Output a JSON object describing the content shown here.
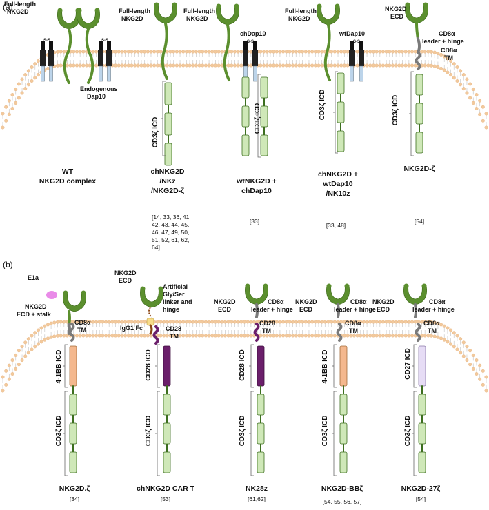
{
  "panels": [
    {
      "label": "(a)",
      "constructs": [
        {
          "name": [
            "WT",
            "NKG2D complex"
          ],
          "refs": [],
          "labels": [
            "Full-length",
            "NKG2D",
            "Endogenous",
            "Dap10"
          ],
          "icd": []
        },
        {
          "name": [
            "chNKG2D",
            "/NKz",
            "/NKG2D-ζ"
          ],
          "refs": [
            "[14, 33, 36, 41,",
            "42, 43, 44, 45,",
            "46, 47, 49, 50,",
            "51, 52, 61, 62,",
            "64]"
          ],
          "labels": [
            "Full-length",
            "NKG2D"
          ],
          "icd": [
            "CD3ζ ICD"
          ]
        },
        {
          "name": [
            "wtNKG2D +",
            "chDap10"
          ],
          "refs": [
            "[33]"
          ],
          "labels": [
            "Full-length",
            "NKG2D",
            "chDap10"
          ],
          "icd": [
            "CD3ζ ICD"
          ]
        },
        {
          "name": [
            "chNKG2D +",
            "wtDap10",
            "/NK10z"
          ],
          "refs": [
            "[33, 48]"
          ],
          "labels": [
            "Full-length",
            "NKG2D",
            "wtDap10"
          ],
          "icd": [
            "CD3ζ ICD"
          ]
        },
        {
          "name": [
            "NKG2D-ζ"
          ],
          "refs": [
            "[54]"
          ],
          "labels": [
            "NKG2D",
            "ECD",
            "CD8α",
            "leader + hinge",
            "CD8α",
            "TM"
          ],
          "icd": [
            "CD3ζ ICD"
          ]
        }
      ]
    },
    {
      "label": "(b)",
      "constructs": [
        {
          "name": [
            "NKG2D.ζ"
          ],
          "refs": [
            "[34]"
          ],
          "labels": [
            "E1a",
            "NKG2D",
            "ECD + stalk",
            "CD8α",
            "TM"
          ],
          "icd": [
            "4-1BB ICD",
            "CD3ζ ICD"
          ]
        },
        {
          "name": [
            "chNKG2D CAR T"
          ],
          "refs": [
            "[53]"
          ],
          "labels": [
            "NKG2D",
            "ECD",
            "Artificial",
            "Gly/Ser",
            "linker and",
            "hinge",
            "IgG1 Fc",
            "CD28",
            "TM"
          ],
          "icd": [
            "CD28 ICD",
            "CD3ζ ICD"
          ]
        },
        {
          "name": [
            "NK28z"
          ],
          "refs": [
            "[61,62]"
          ],
          "labels": [
            "NKG2D",
            "ECD",
            "CD8α",
            "leader + hinge",
            "CD28",
            "TM"
          ],
          "icd": [
            "CD28 ICD",
            "CD3ζ ICD"
          ]
        },
        {
          "name": [
            "NKG2D-BBζ"
          ],
          "refs": [
            "[54, 55, 56, 57]"
          ],
          "labels": [
            "NKG2D",
            "ECD",
            "CD8α",
            "leader + hinge",
            "CD8α",
            "TM"
          ],
          "icd": [
            "4-1BB ICD",
            "CD3ζ ICD"
          ]
        },
        {
          "name": [
            "NKG2D-27ζ"
          ],
          "refs": [
            "[54]"
          ],
          "labels": [
            "NKG2D",
            "ECD",
            "CD8α",
            "leader + hinge",
            "CD8α",
            "TM"
          ],
          "icd": [
            "CD27 ICD",
            "CD3ζ ICD"
          ]
        }
      ]
    }
  ],
  "ss_bond": "S-S",
  "colors": {
    "nkg2d": "#5b8f2e",
    "cd3z_segment": "#cfe8b8",
    "cd3z_border": "#3c6e1e",
    "cd28": "#6b1f6b",
    "bb41": "#f4b88e",
    "cd27": "#e6dcf5",
    "hinge_grey": "#7a7a7a",
    "membrane_head": "#f2c99c",
    "e1a": "#e98be8",
    "fc": "#f7dc8a",
    "linker": "#8b4513",
    "dap10_black": "#111111",
    "dap10_blue": "#bcd4ea"
  }
}
